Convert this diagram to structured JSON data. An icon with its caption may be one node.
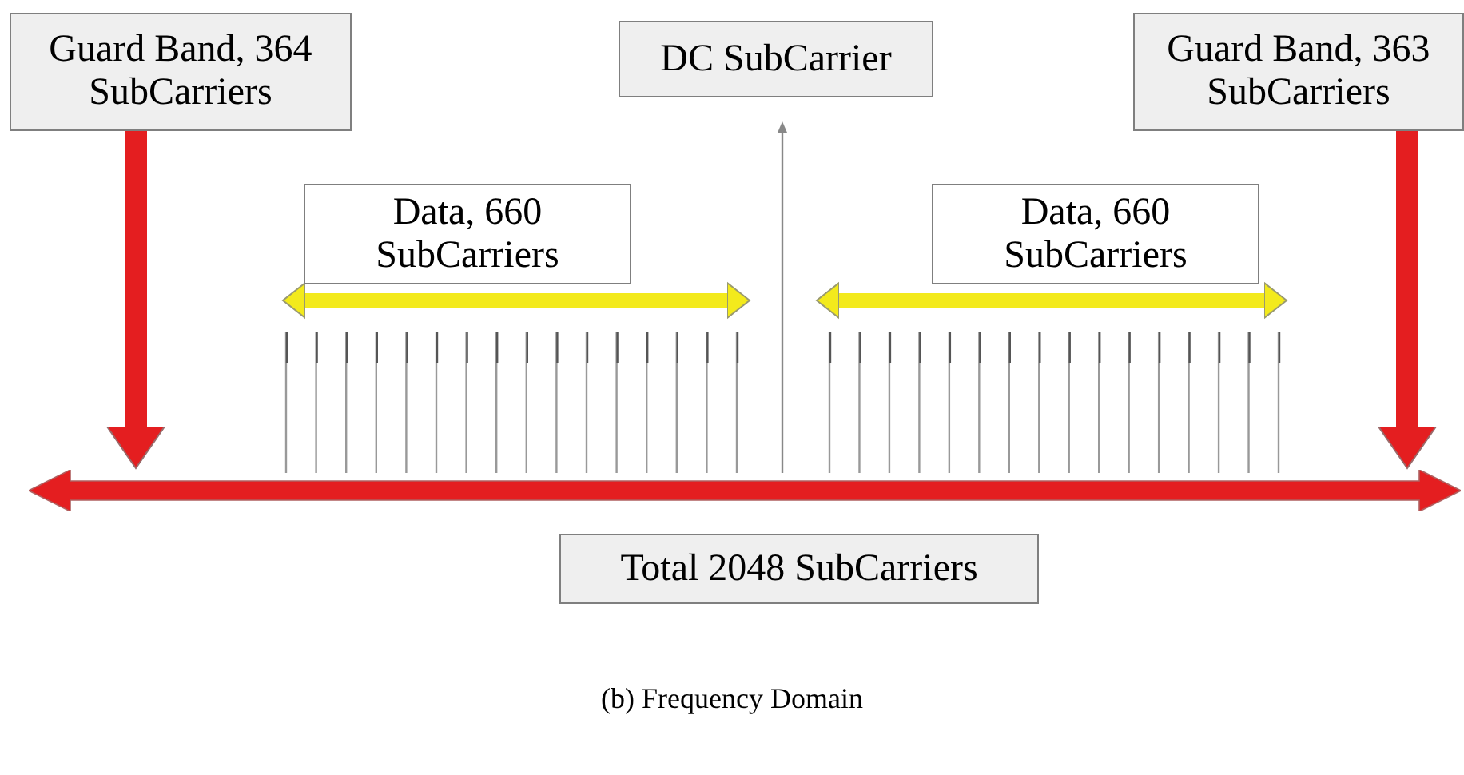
{
  "diagram": {
    "caption": "(b) Frequency Domain",
    "nodes": [
      {
        "text": [
          "Guard Band, 364 SubCarriers"
        ]
      },
      {
        "text": [
          "DC SubCarrier"
        ]
      },
      {
        "text": [
          "Guard Band, 363 SubCarriers"
        ]
      },
      {
        "text": [
          "Data, 660 SubCarriers"
        ]
      },
      {
        "text": [
          "Data, 660 SubCarriers"
        ]
      },
      {
        "text": [],
        "shape": "bar"
      },
      {
        "text": [
          "Total 2048 SubCarriers"
        ]
      }
    ],
    "edges": [
      {
        "from": 0,
        "to": 5,
        "arrow": "to"
      },
      {
        "from": 2,
        "to": 5,
        "arrow": "to"
      },
      {
        "from": 5,
        "to": 1,
        "arrow": "to",
        "color": "#888888"
      }
    ]
  }
}
